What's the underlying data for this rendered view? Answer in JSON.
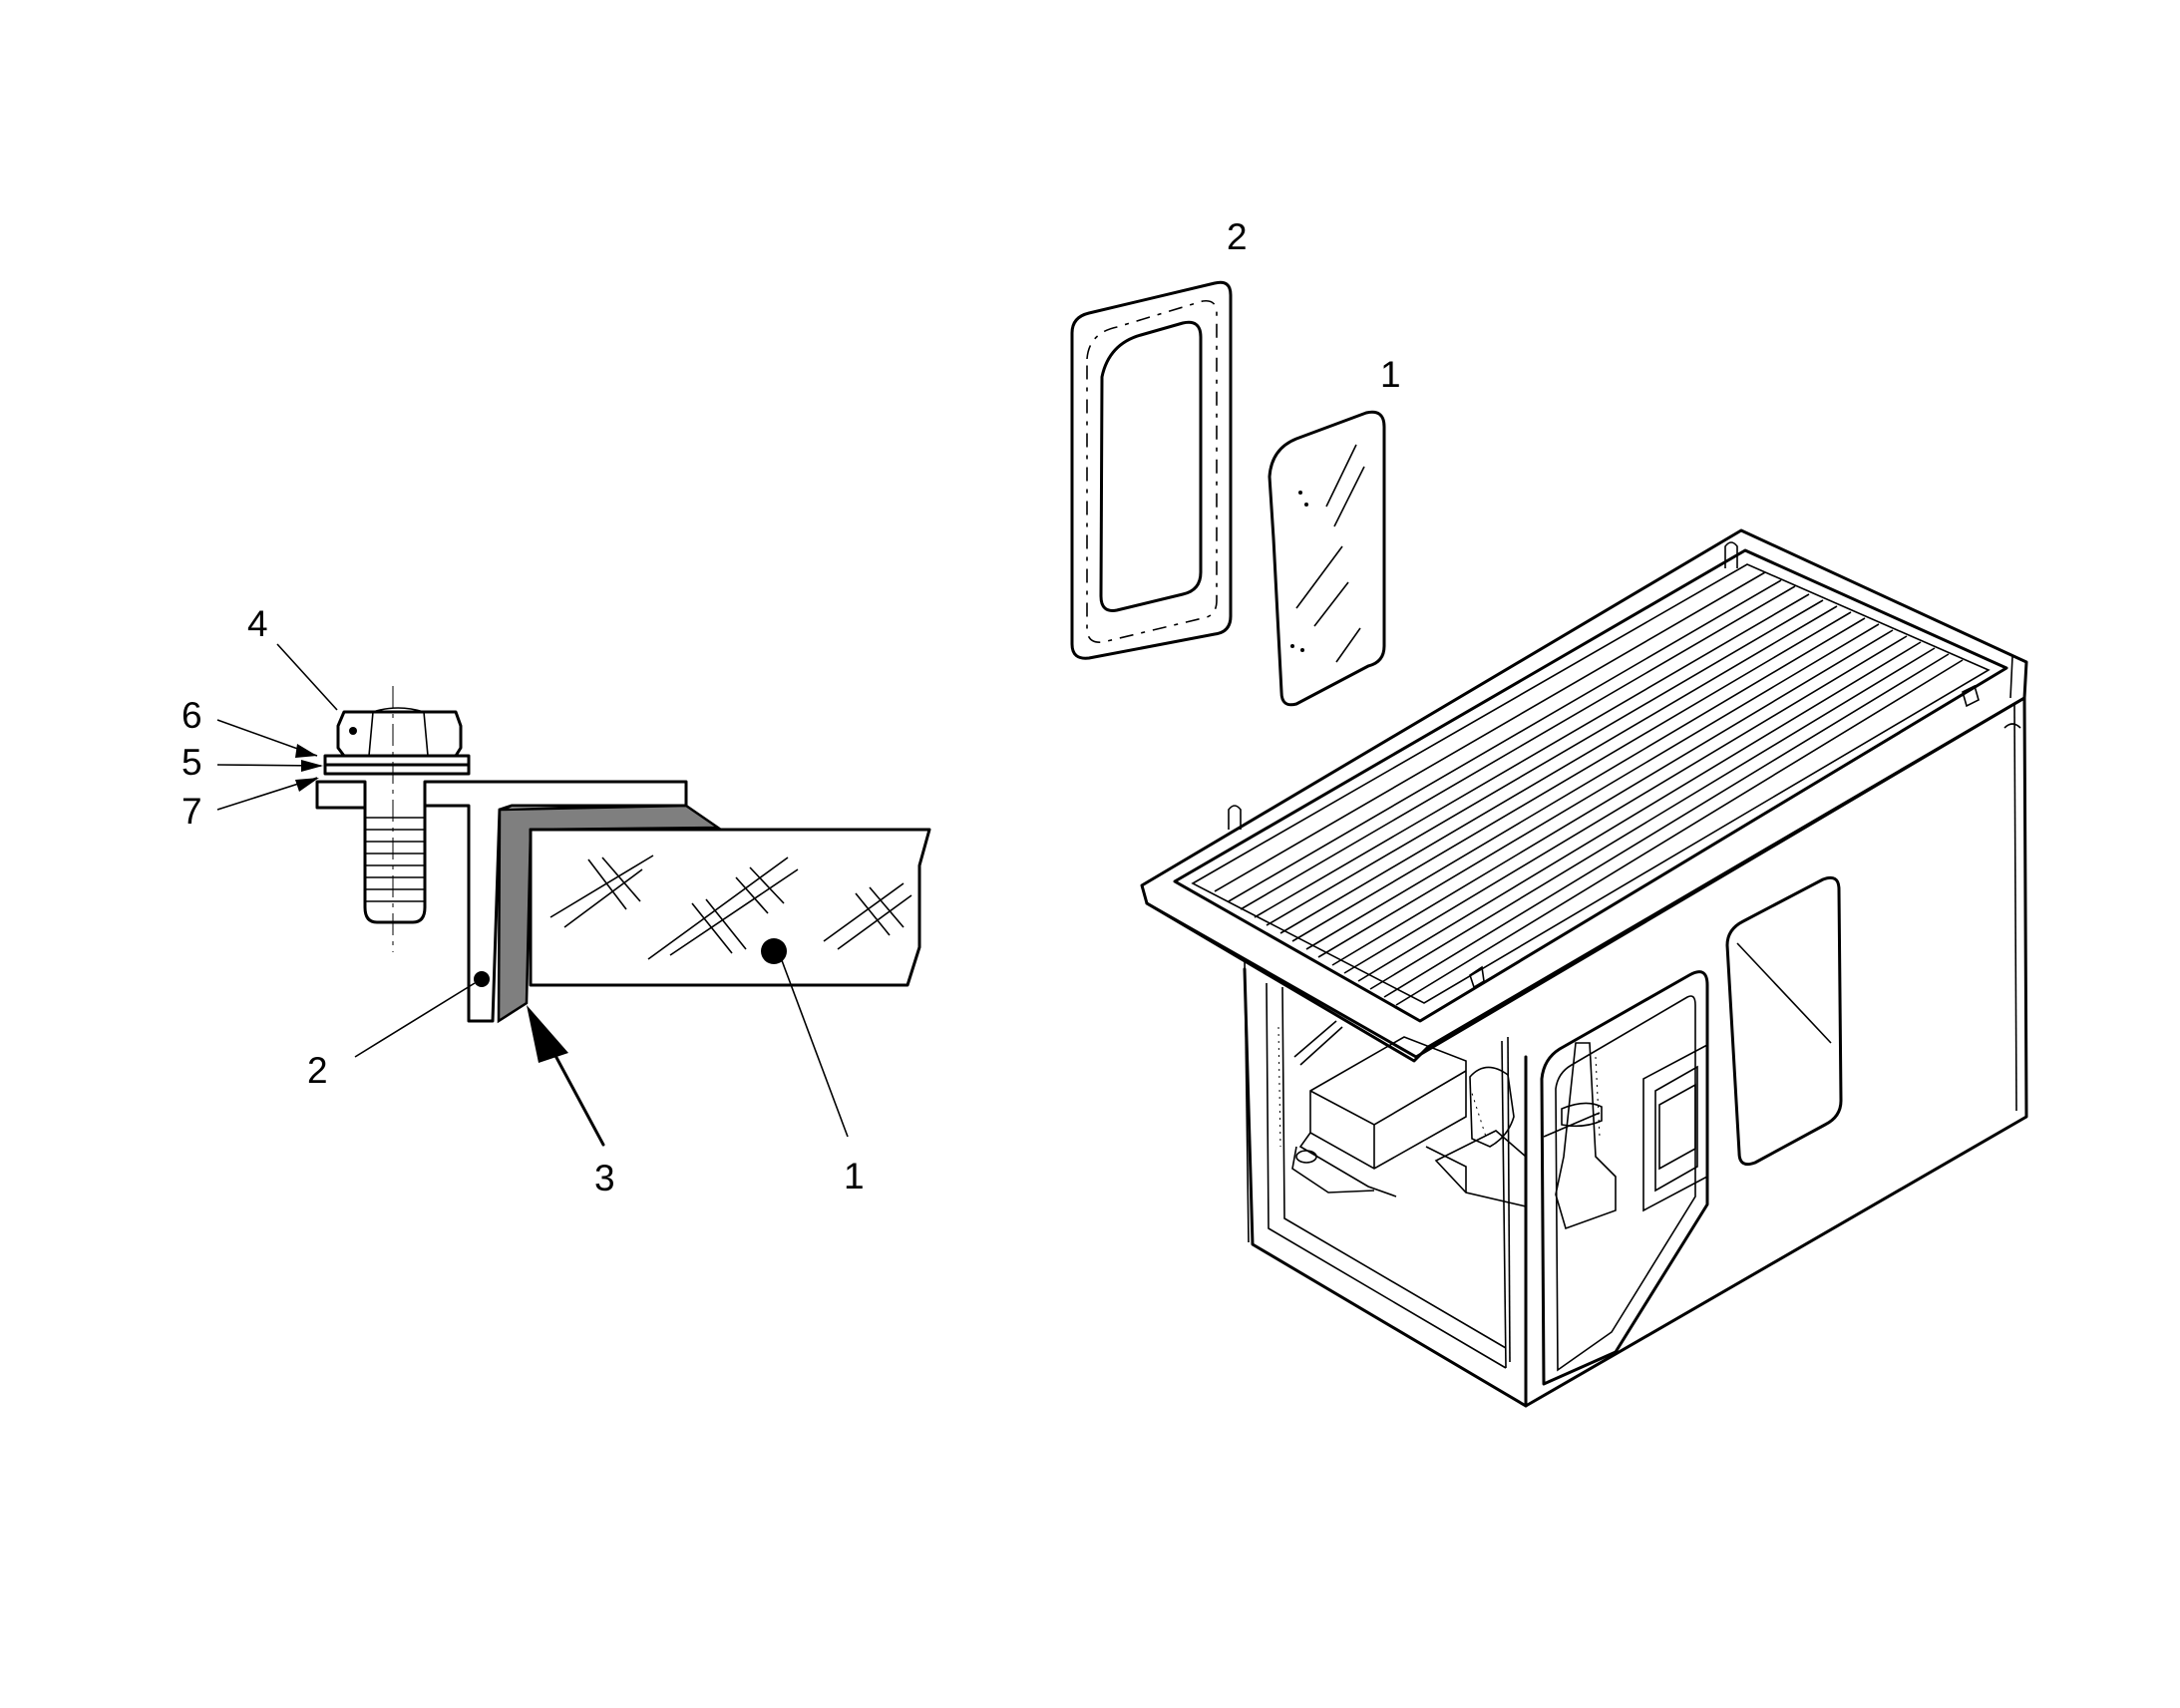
{
  "detail_view": {
    "callouts": {
      "bolt": "4",
      "washer_top": "6",
      "washer_mid": "5",
      "washer_bottom": "7",
      "frame": "2",
      "sealant": "3",
      "glass": "1"
    }
  },
  "exploded_view": {
    "callouts": {
      "seal": "2",
      "glass": "1"
    }
  }
}
